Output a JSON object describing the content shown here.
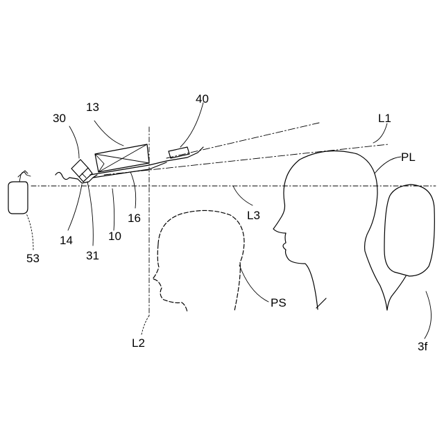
{
  "labels": {
    "n30": "30",
    "n13": "13",
    "n40": "40",
    "L1": "L1",
    "PL": "PL",
    "L3": "L3",
    "n14": "14",
    "n31": "31",
    "n10": "10",
    "n16": "16",
    "n53": "53",
    "PS": "PS",
    "L2": "L2",
    "n3f": "3f"
  }
}
